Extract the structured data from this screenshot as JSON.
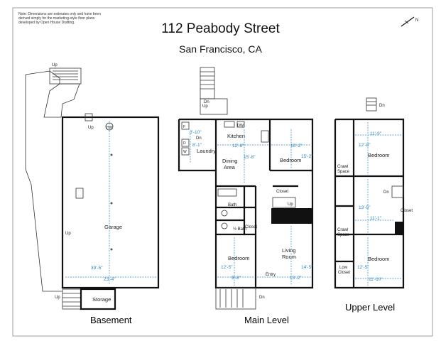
{
  "note": "Note: Dimensions are estimates only and have been derived simply for the marketing-style floor plans developed by Open House Drafting.",
  "title": "112 Peabody Street",
  "subtitle": "San Francisco, CA",
  "compass": "N",
  "levels": {
    "basement": {
      "label": "Basement",
      "rooms": {
        "garage": "Garage",
        "storage": "Storage",
        "hw": "HW"
      },
      "stairs": {
        "up1": "Up",
        "up2": "Up",
        "up3": "Up",
        "up4": "Up"
      },
      "dims": {
        "d1": "39'-5\"",
        "d2": "23'-4\""
      }
    },
    "main": {
      "label": "Main Level",
      "rooms": {
        "kitchen": "Kitchen",
        "laundry": "Laundry",
        "dining": "Dining",
        "area": "Area",
        "bedroom1": "Bedroom",
        "bedroom2": "Bedroom",
        "bath": "Bath",
        "halfbath": "½ Bath",
        "closet1": "Closet",
        "closet2": "Closet",
        "living": "Living",
        "room": "Room",
        "entry": "Entry",
        "dw": "DW",
        "dn_app": "Dn",
        "d_app": "D",
        "w_app": "W",
        "f_app": "F"
      },
      "stairs": {
        "dn1": "Dn",
        "up1": "Up",
        "up2": "Up",
        "dn2": "Dn"
      },
      "dims": {
        "laundry_w": "8'-10\"",
        "laundry_h": "8'-1\"",
        "kitchen_w": "12'-8\"",
        "kitchen_h": "15'-8\"",
        "bed1_w": "10'-2\"",
        "bed1_h": "15'-2\"",
        "bed2_h": "12'-5\"",
        "bed2_w": "9'-8\"",
        "living_h": "14'-5\"",
        "living_w": "13'-2\""
      }
    },
    "upper": {
      "label": "Upper Level",
      "rooms": {
        "bedroom1": "Bedroom",
        "bedroom2": "Bedroom",
        "crawl1a": "Crawl",
        "crawl1b": "Space",
        "crawl2a": "Crawl",
        "crawl2b": "Space",
        "closet1": "Closet",
        "low": "Low",
        "closet2": "Closet"
      },
      "stairs": {
        "dn1": "Dn",
        "dn2": "Dn"
      },
      "dims": {
        "b1_w": "11'-9\"",
        "b1_h": "12'-8\"",
        "hall_h": "13'-5\"",
        "hall_w": "11'-1\"",
        "b2_h": "12'-5\"",
        "b2_w": "11'-10\""
      }
    }
  }
}
